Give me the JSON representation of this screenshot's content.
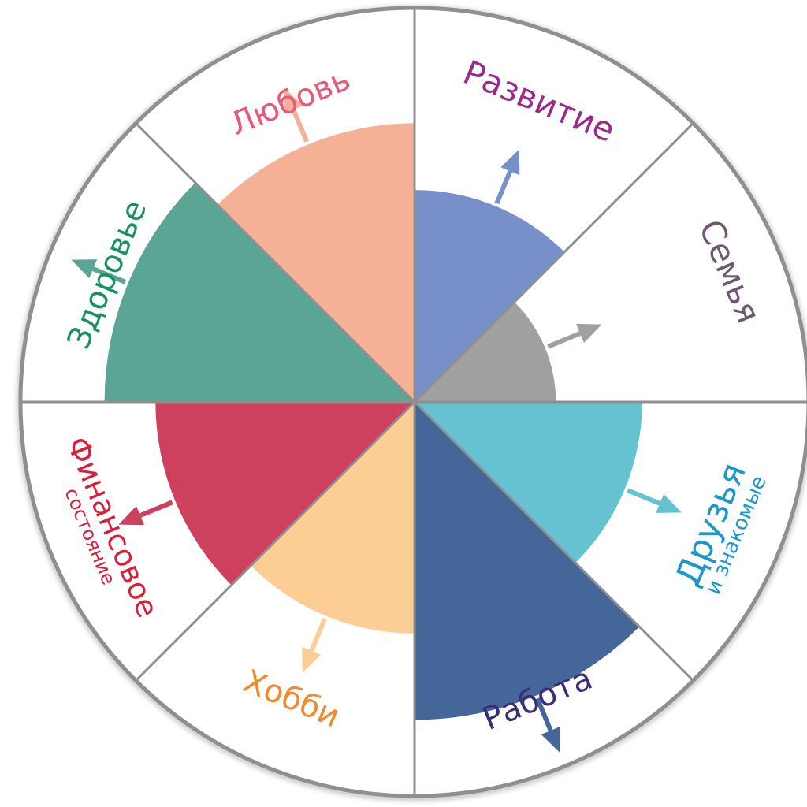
{
  "colors": {
    "outline": "#8f8f8f",
    "background": "#ffffff"
  },
  "sectors": [
    {
      "label": "Развитие",
      "level": 0.54,
      "color": "#7890c9",
      "label_color": "#9c2a8c"
    },
    {
      "label": "Семья",
      "level": 0.36,
      "color": "#9fa0a0",
      "label_color": "#6d5a72"
    },
    {
      "label": "Друзья",
      "sublabel": "и знакомые",
      "level": 0.58,
      "color": "#65c2d1",
      "label_color": "#1b98c8"
    },
    {
      "label": "Работа",
      "level": 0.81,
      "color": "#446699",
      "label_color": "#3a2e78"
    },
    {
      "label": "Хобби",
      "level": 0.59,
      "color": "#fdcd96",
      "label_color": "#f08a2e"
    },
    {
      "label": "Финансовое",
      "sublabel": "состояние",
      "level": 0.66,
      "color": "#cd415f",
      "label_color": "#d9203a"
    },
    {
      "label": "Здоровье",
      "level": 0.79,
      "color": "#5ba594",
      "label_color": "#1a9160"
    },
    {
      "label": "Любовь",
      "level": 0.71,
      "color": "#f4b196",
      "label_color": "#e85a7a"
    }
  ]
}
